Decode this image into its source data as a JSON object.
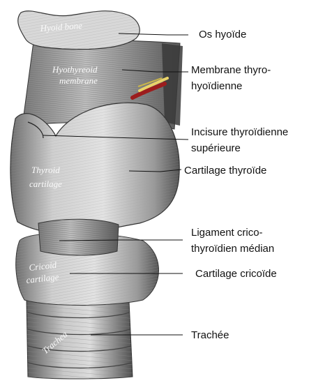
{
  "figure": {
    "engraved_labels": {
      "hyoid": "Hyoid bone",
      "thyrohyoid_line1": "Hyothyreoid",
      "thyrohyoid_line2": "membrane",
      "thyroid_line1": "Thyroid",
      "thyroid_line2": "cartilage",
      "cricoid_line1": "Cricoid",
      "cricoid_line2": "cartilage",
      "trachea": "Trachea"
    },
    "callouts": [
      {
        "id": "os-hyoide",
        "lines": [
          "Os hyoïde"
        ]
      },
      {
        "id": "membrane",
        "lines": [
          "Membrane thyro-",
          "hyoïdienne"
        ]
      },
      {
        "id": "incisure",
        "lines": [
          "Incisure thyroïdienne",
          "supérieure"
        ]
      },
      {
        "id": "cartilage-thyroide",
        "lines": [
          "Cartilage thyroïde"
        ]
      },
      {
        "id": "ligament",
        "lines": [
          "Ligament crico-",
          "thyroïdien médian"
        ]
      },
      {
        "id": "cartilage-cricoide",
        "lines": [
          "Cartilage cricoïde"
        ]
      },
      {
        "id": "trachee",
        "lines": [
          "Trachée"
        ]
      }
    ]
  }
}
